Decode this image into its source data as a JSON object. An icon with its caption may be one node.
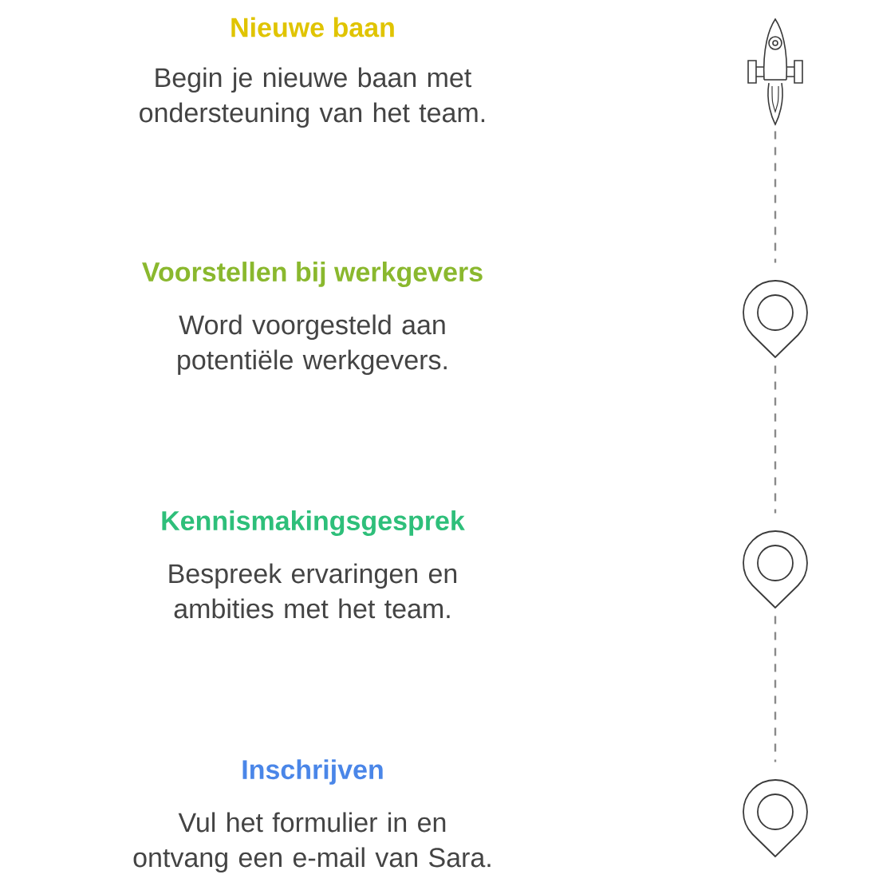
{
  "diagram": {
    "nodes": [
      {
        "text": [],
        "shape": "rocket"
      },
      {
        "text": [],
        "shape": "pin"
      },
      {
        "text": [],
        "shape": "pin"
      },
      {
        "text": [],
        "shape": "pin"
      }
    ],
    "edges": [
      {
        "from": 0,
        "to": 1,
        "arrow": "none",
        "style": "dashed"
      },
      {
        "from": 1,
        "to": 2,
        "arrow": "none",
        "style": "dashed"
      },
      {
        "from": 2,
        "to": 3,
        "arrow": "none",
        "style": "dashed"
      }
    ],
    "labels": [
      "Nieuwe baan",
      "Begin je nieuwe baan met ondersteuning van het team.",
      "Voorstellen bij werkgevers",
      "Word voorgesteld aan potentiële werkgevers.",
      "Kennismakingsgesprek",
      "Bespreek ervaringen en ambities met het team.",
      "Inschrijven",
      "Vul het formulier in en ontvang een e-mail van Sara."
    ]
  }
}
